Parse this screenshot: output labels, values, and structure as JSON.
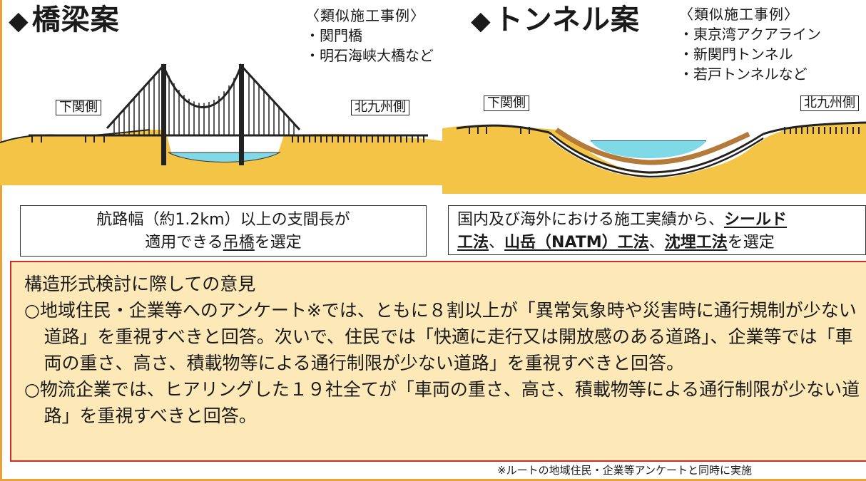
{
  "bridge": {
    "title": "橋梁案",
    "examples_head": "〈類似施工事例〉",
    "examples": [
      "・関門橋",
      "・明石海峡大橋など"
    ],
    "left_label": "下関側",
    "right_label": "北九州側",
    "caption_line1": "航路幅（約1.2km）以上の支間長が",
    "caption_line2_pre": "適用できる",
    "caption_line2_ul": "吊橋",
    "caption_line2_post": "を選定"
  },
  "tunnel": {
    "title": "トンネル案",
    "examples_head": "〈類似施工事例〉",
    "examples": [
      "・東京湾アクアライン",
      "・新関門トンネル",
      "・若戸トンネルなど"
    ],
    "left_label": "下関側",
    "right_label": "北九州側",
    "caption_line1_pre": "国内及び海外における施工実績から、",
    "caption_line1_ul": "シールド",
    "caption_line2_ul1": "工法",
    "caption_line2_sep1": "、",
    "caption_line2_ul2": "山岳（NATM）工法",
    "caption_line2_sep2": "、",
    "caption_line2_ul3": "沈埋工法",
    "caption_line2_post": "を選定"
  },
  "opinion": {
    "heading": "構造形式検討に際しての意見",
    "para1": "○地域住民・企業等へのアンケート※では、ともに８割以上が「異常気象時や災害時に通行規制が少ない道路」を重視すべきと回答。次いで、住民では「快適に走行又は開放感のある道路」、企業等では「車両の重さ、高さ、積載物等による通行制限が少ない道路」を重視すべきと回答。",
    "para2": "○物流企業では、ヒアリングした１９社全てが「車両の重さ、高さ、積載物等による通行制限が少ない道路」を重視すべきと回答。"
  },
  "footnote": "※ルートの地域住民・企業等アンケートと同時に実施",
  "colors": {
    "ground": "#f4c447",
    "water": "#7fd9e6",
    "box_fill": "#fde9b8",
    "box_border": "#d42a2a",
    "frame": "#e8a33c"
  }
}
